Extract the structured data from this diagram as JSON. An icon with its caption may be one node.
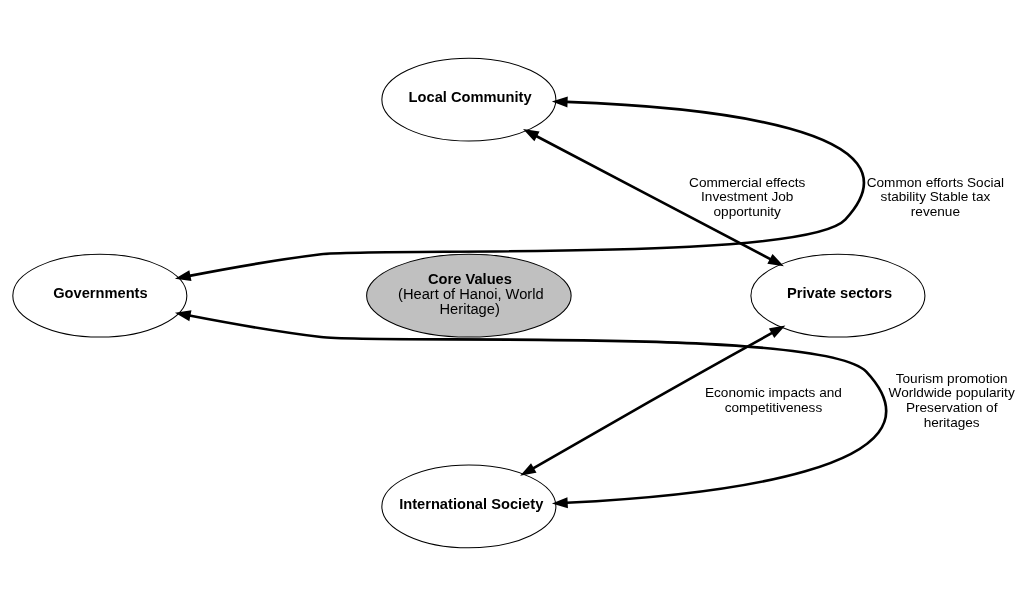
{
  "diagram": {
    "nodes": [
      {
        "text": [
          "Local Community"
        ]
      },
      {
        "text": [
          "Governments"
        ]
      },
      {
        "text": [
          "Core Values",
          "(Heart of Hanoi, World Heritage)"
        ]
      },
      {
        "text": [
          "Private sectors"
        ]
      },
      {
        "text": [
          "International Society"
        ]
      }
    ],
    "edges": [
      {
        "from": 1,
        "to": 0,
        "arrow": "both",
        "label": "Common efforts Social stability Stable tax revenue"
      },
      {
        "from": 0,
        "to": 3,
        "arrow": "both",
        "label": "Commercial effects Investment Job opportunity"
      },
      {
        "from": 1,
        "to": 4,
        "arrow": "both",
        "label": "Tourism promotion Worldwide popularity Preservation of heritages"
      },
      {
        "from": 4,
        "to": 3,
        "arrow": "both",
        "label": "Economic impacts and competitiveness"
      }
    ]
  }
}
